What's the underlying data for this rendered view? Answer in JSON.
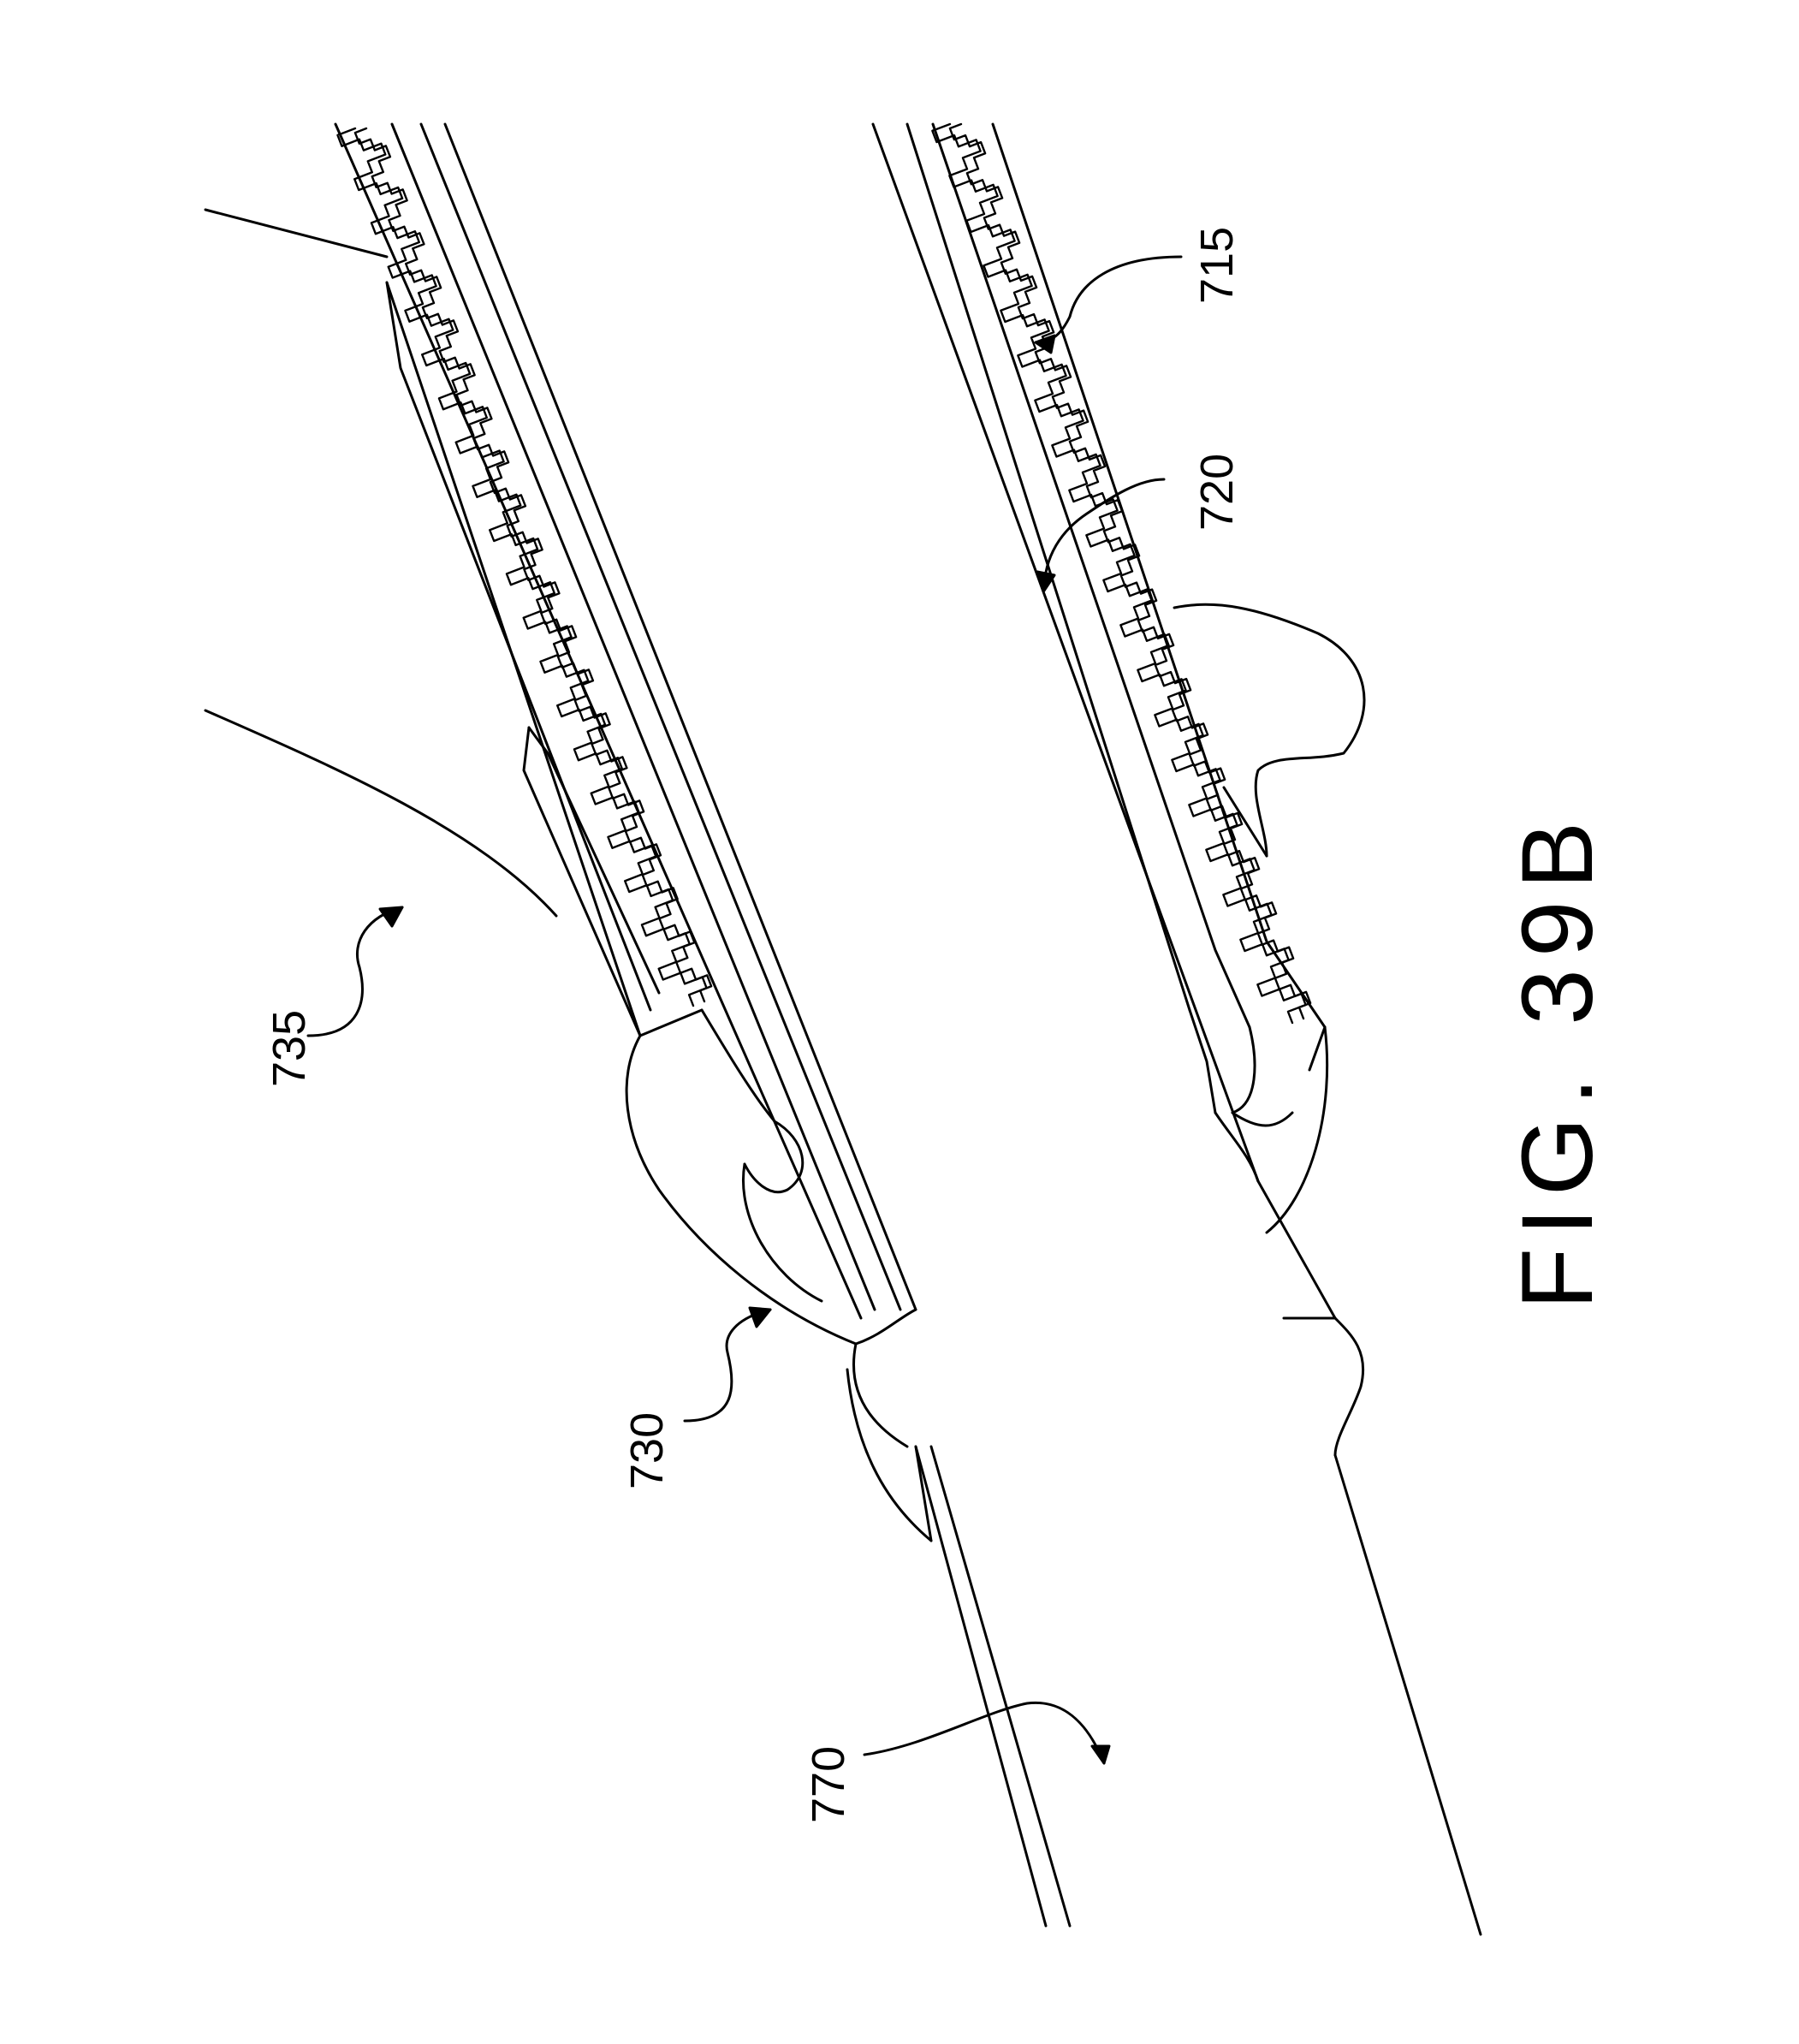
{
  "figure": {
    "title": "FIG. 39B",
    "reference_numerals": {
      "n735": "735",
      "n730": "730",
      "n770": "770",
      "n720": "720",
      "n715": "715"
    }
  },
  "colors": {
    "ink": "#000000",
    "paper": "#ffffff"
  }
}
